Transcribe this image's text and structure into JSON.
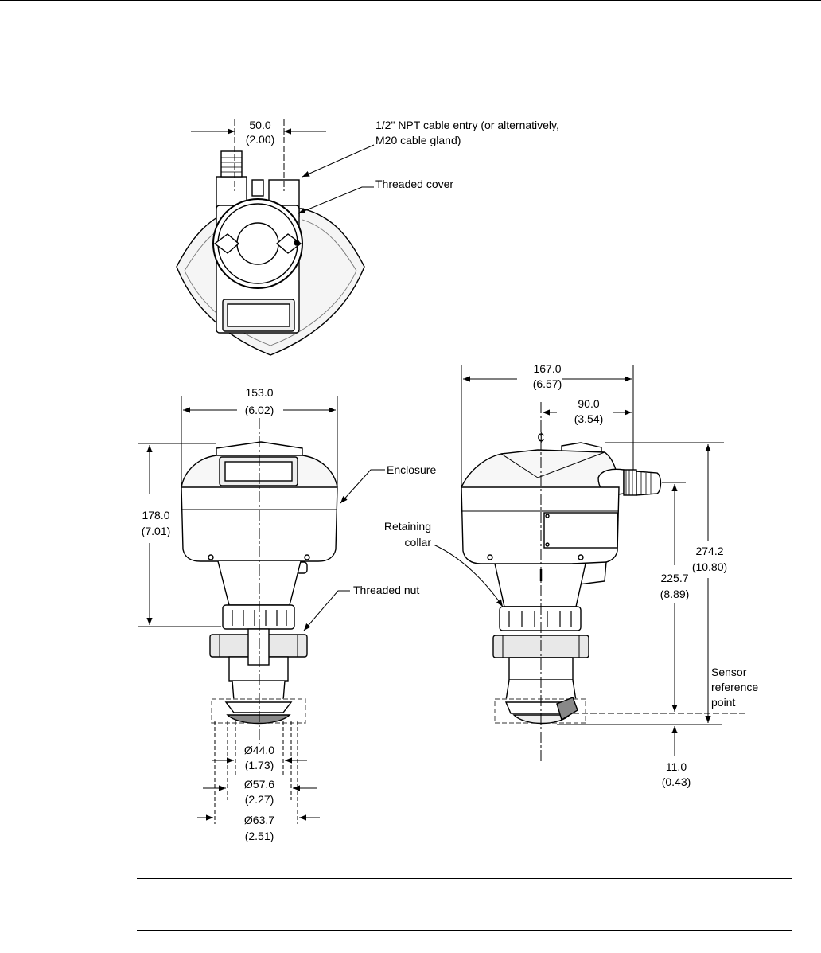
{
  "top_view": {
    "dim_width": {
      "mm": "50.0",
      "in": "(2.00)"
    },
    "cable_entry_line1": "1/2\" NPT cable entry (or alternatively,",
    "cable_entry_line2": "M20 cable gland)",
    "threaded_cover": "Threaded cover"
  },
  "front_view": {
    "dim_width": {
      "mm": "153.0",
      "in": "(6.02)"
    },
    "dim_height": {
      "mm": "178.0",
      "in": "(7.01)"
    },
    "enclosure": "Enclosure",
    "threaded_nut": "Threaded nut",
    "dia1": {
      "mm": "Ø44.0",
      "in": "(1.73)"
    },
    "dia2": {
      "mm": "Ø57.6",
      "in": "(2.27)"
    },
    "dia3": {
      "mm": "Ø63.7",
      "in": "(2.51)"
    }
  },
  "side_view": {
    "dim_total_width": {
      "mm": "167.0",
      "in": "(6.57)"
    },
    "dim_half_width": {
      "mm": "90.0",
      "in": "(3.54)"
    },
    "centerline_symbol": "¢",
    "retaining_collar_line1": "Retaining",
    "retaining_collar_line2": "collar",
    "dim_total_height": {
      "mm": "274.2",
      "in": "(10.80)"
    },
    "dim_ref_height": {
      "mm": "225.7",
      "in": "(8.89)"
    },
    "sensor_ref_line1": "Sensor",
    "sensor_ref_line2": "reference",
    "sensor_ref_line3": "point",
    "dim_bottom": {
      "mm": "11.0",
      "in": "(0.43)"
    }
  }
}
